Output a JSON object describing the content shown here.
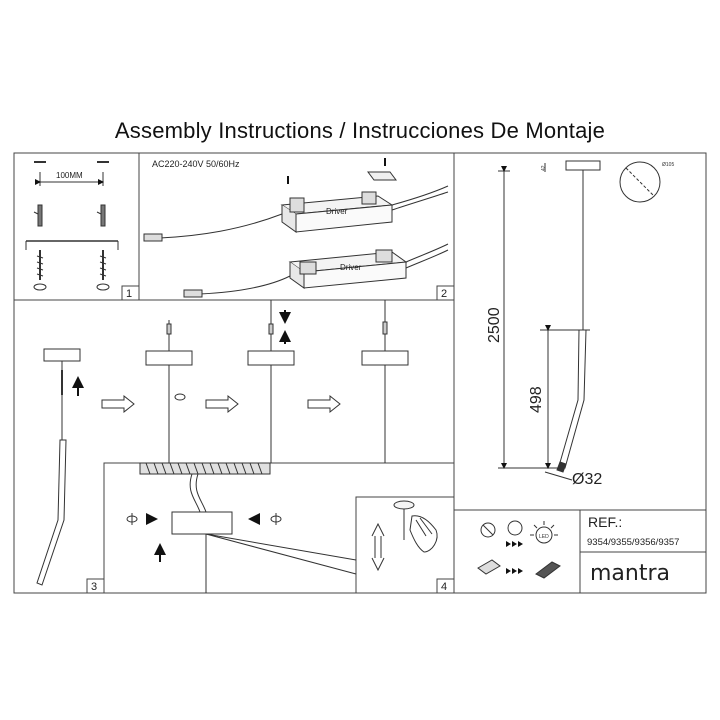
{
  "document": {
    "title": "Assembly Instructions / Instrucciones De Montaje"
  },
  "panels": [
    {
      "number": "1",
      "dimension": "100MM"
    },
    {
      "number": "2",
      "voltage": "AC220-240V  50/60Hz",
      "driver_label": "Driver"
    },
    {
      "number": "3"
    },
    {
      "number": "4"
    }
  ],
  "dimensions": {
    "height": "2500",
    "body_length": "498",
    "diameter": "Ø32",
    "top_offset": "42",
    "canopy_diameter": "Ø105"
  },
  "info": {
    "ref_label": "REF.:",
    "ref_codes": "9354/9355/9356/9357",
    "brand": "mantra",
    "led_label": "LED"
  },
  "icons": [
    "screw-icon",
    "anchor-icon",
    "rotate-icon",
    "arrow-up-icon",
    "arrow-right-icon",
    "hand-icon",
    "no-touch-icon"
  ]
}
